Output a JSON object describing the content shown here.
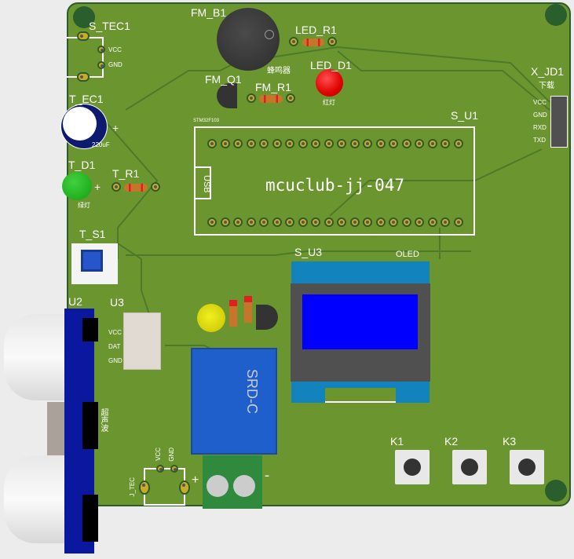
{
  "board": {
    "silk_text": "mcuclub-jj-047"
  },
  "s_tec1": {
    "ref": "S_TEC1",
    "pins": [
      "VCC",
      "GND"
    ]
  },
  "fm_b1": {
    "ref": "FM_B1",
    "desc": "蜂鸣器"
  },
  "led_r1": {
    "ref": "LED_R1"
  },
  "led_d1": {
    "ref": "LED_D1",
    "desc": "红灯"
  },
  "fm_q1": {
    "ref": "FM_Q1"
  },
  "fm_r1": {
    "ref": "FM_R1"
  },
  "t_ec1": {
    "ref": "T_EC1",
    "value": "220uF",
    "polarity": "+"
  },
  "t_d1": {
    "ref": "T_D1",
    "desc": "绿灯",
    "polarity": "+"
  },
  "t_r1": {
    "ref": "T_R1"
  },
  "x_jd1": {
    "ref": "X_JD1",
    "desc": "下载",
    "pins": [
      "VCC",
      "GND",
      "RXD",
      "TXD"
    ]
  },
  "s_u1": {
    "ref": "S_U1",
    "part": "STM32F103",
    "usb": "USB"
  },
  "t_s1": {
    "ref": "T_S1"
  },
  "u2": {
    "ref": "U2",
    "desc": "超声波"
  },
  "u3": {
    "ref": "U3",
    "pins": [
      "VCC",
      "DAT",
      "GND"
    ]
  },
  "s_u3": {
    "ref": "S_U3",
    "desc": "OLED"
  },
  "relay": {
    "text": "SRD-C"
  },
  "j_tec": {
    "ref": "J_TEC",
    "pins": [
      "VCC",
      "GND"
    ],
    "plus": "+",
    "minus": "-"
  },
  "keys": [
    "K1",
    "K2",
    "K3"
  ],
  "colors": {
    "board": "#6b962f",
    "oled_screen": "#0000ff",
    "relay": "#1e5fcc"
  }
}
